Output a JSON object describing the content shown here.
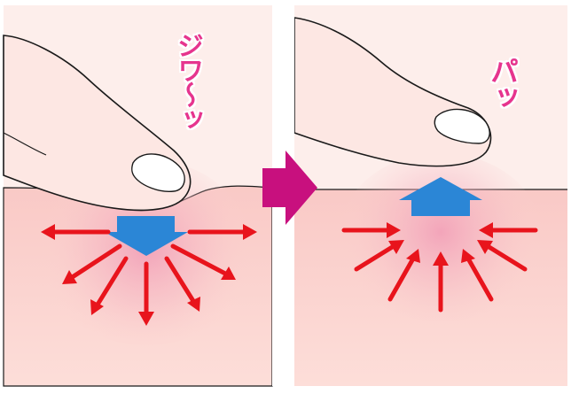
{
  "panels": [
    {
      "id": "press",
      "sound": "ジワ〜ッ",
      "action": "press-down"
    },
    {
      "id": "release",
      "sound": "パッ",
      "action": "release-up"
    }
  ],
  "colors": {
    "skin": "#fbd3d0",
    "skin_edge": "#f6bcb8",
    "finger": "#fde7e3",
    "outline": "#1a1a1a",
    "arrow_red": "#e8141c",
    "arrow_blue": "#2b86d6",
    "next_arrow": "#c8107e",
    "sound_text": "#e6358e",
    "glow": "#f2a0b8"
  },
  "icons": [
    "finger",
    "blue-down-arrow",
    "blue-up-arrow",
    "red-outward-arrows",
    "red-inward-arrows",
    "magenta-right-arrow"
  ]
}
